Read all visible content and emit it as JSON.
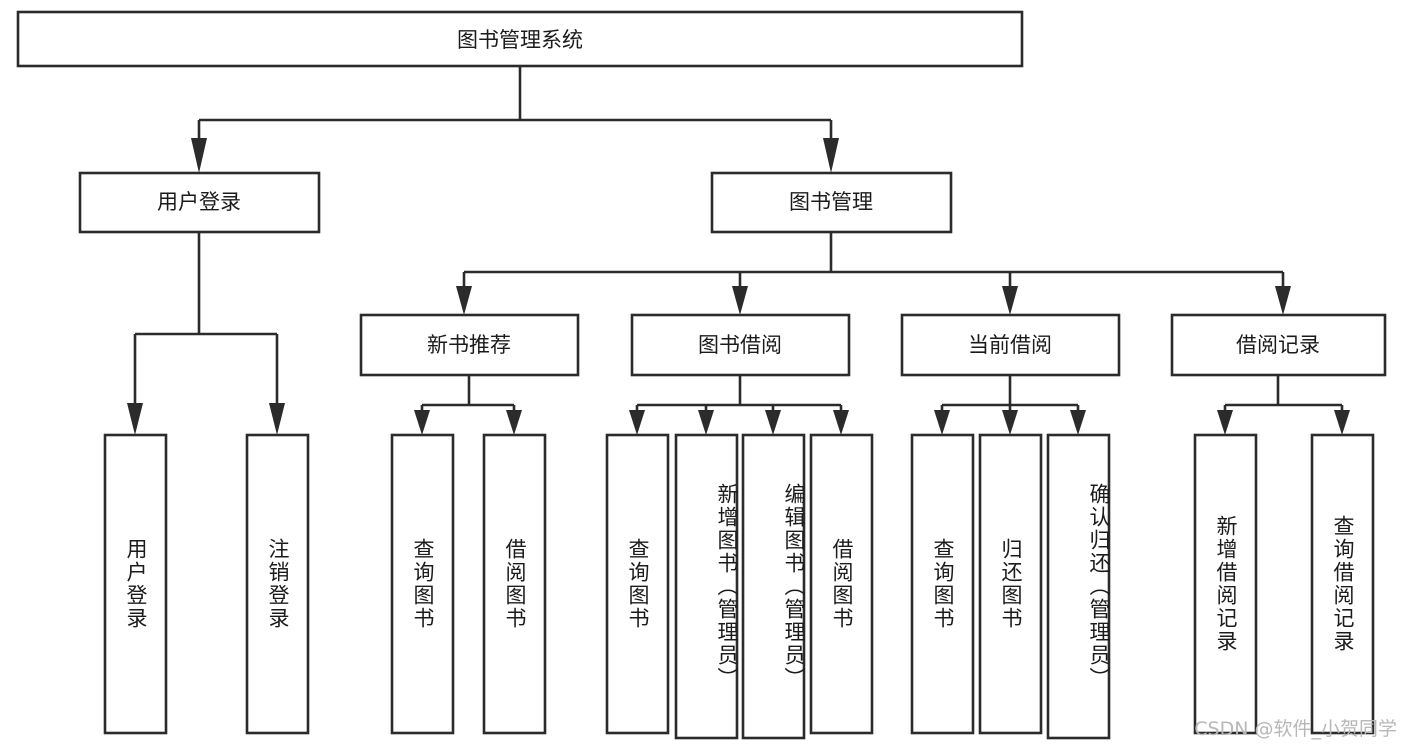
{
  "diagram": {
    "title": "图书管理系统",
    "type": "tree-hierarchy-diagram",
    "watermark": "CSDN @软件_小贺同学",
    "colors": {
      "box_fill": "#ffffff",
      "box_stroke": "#2b2b2b",
      "text": "#1b1b1b",
      "background": "#ffffff",
      "watermark": "#b8b8b8"
    },
    "root": {
      "id": "root",
      "label": "图书管理系统"
    },
    "level2": [
      {
        "id": "user-login",
        "label": "用户登录"
      },
      {
        "id": "book-management",
        "label": "图书管理"
      }
    ],
    "level3": [
      {
        "id": "new-book-recommend",
        "label": "新书推荐",
        "parent": "book-management"
      },
      {
        "id": "book-borrow",
        "label": "图书借阅",
        "parent": "book-management"
      },
      {
        "id": "current-borrow",
        "label": "当前借阅",
        "parent": "book-management"
      },
      {
        "id": "borrow-record",
        "label": "借阅记录",
        "parent": "book-management"
      }
    ],
    "leaves": [
      {
        "id": "leaf-user-login",
        "label": "用户登录",
        "parent": "user-login"
      },
      {
        "id": "leaf-logout-login",
        "label": "注销登录",
        "parent": "user-login"
      },
      {
        "id": "leaf-query-book-1",
        "label": "查询图书",
        "parent": "new-book-recommend"
      },
      {
        "id": "leaf-borrow-book-1",
        "label": "借阅图书",
        "parent": "new-book-recommend"
      },
      {
        "id": "leaf-query-book-2",
        "label": "查询图书",
        "parent": "book-borrow"
      },
      {
        "id": "leaf-add-book-admin",
        "label": "新增图书（管理员）",
        "parent": "book-borrow"
      },
      {
        "id": "leaf-edit-book-admin",
        "label": "编辑图书（管理员）",
        "parent": "book-borrow"
      },
      {
        "id": "leaf-borrow-book-2",
        "label": "借阅图书",
        "parent": "book-borrow"
      },
      {
        "id": "leaf-query-book-3",
        "label": "查询图书",
        "parent": "current-borrow"
      },
      {
        "id": "leaf-return-book",
        "label": "归还图书",
        "parent": "current-borrow"
      },
      {
        "id": "leaf-confirm-return-admin",
        "label": "确认归还（管理员）",
        "parent": "current-borrow"
      },
      {
        "id": "leaf-add-borrow-record",
        "label": "新增借阅记录",
        "parent": "borrow-record"
      },
      {
        "id": "leaf-query-borrow-record",
        "label": "查询借阅记录",
        "parent": "borrow-record"
      }
    ]
  }
}
